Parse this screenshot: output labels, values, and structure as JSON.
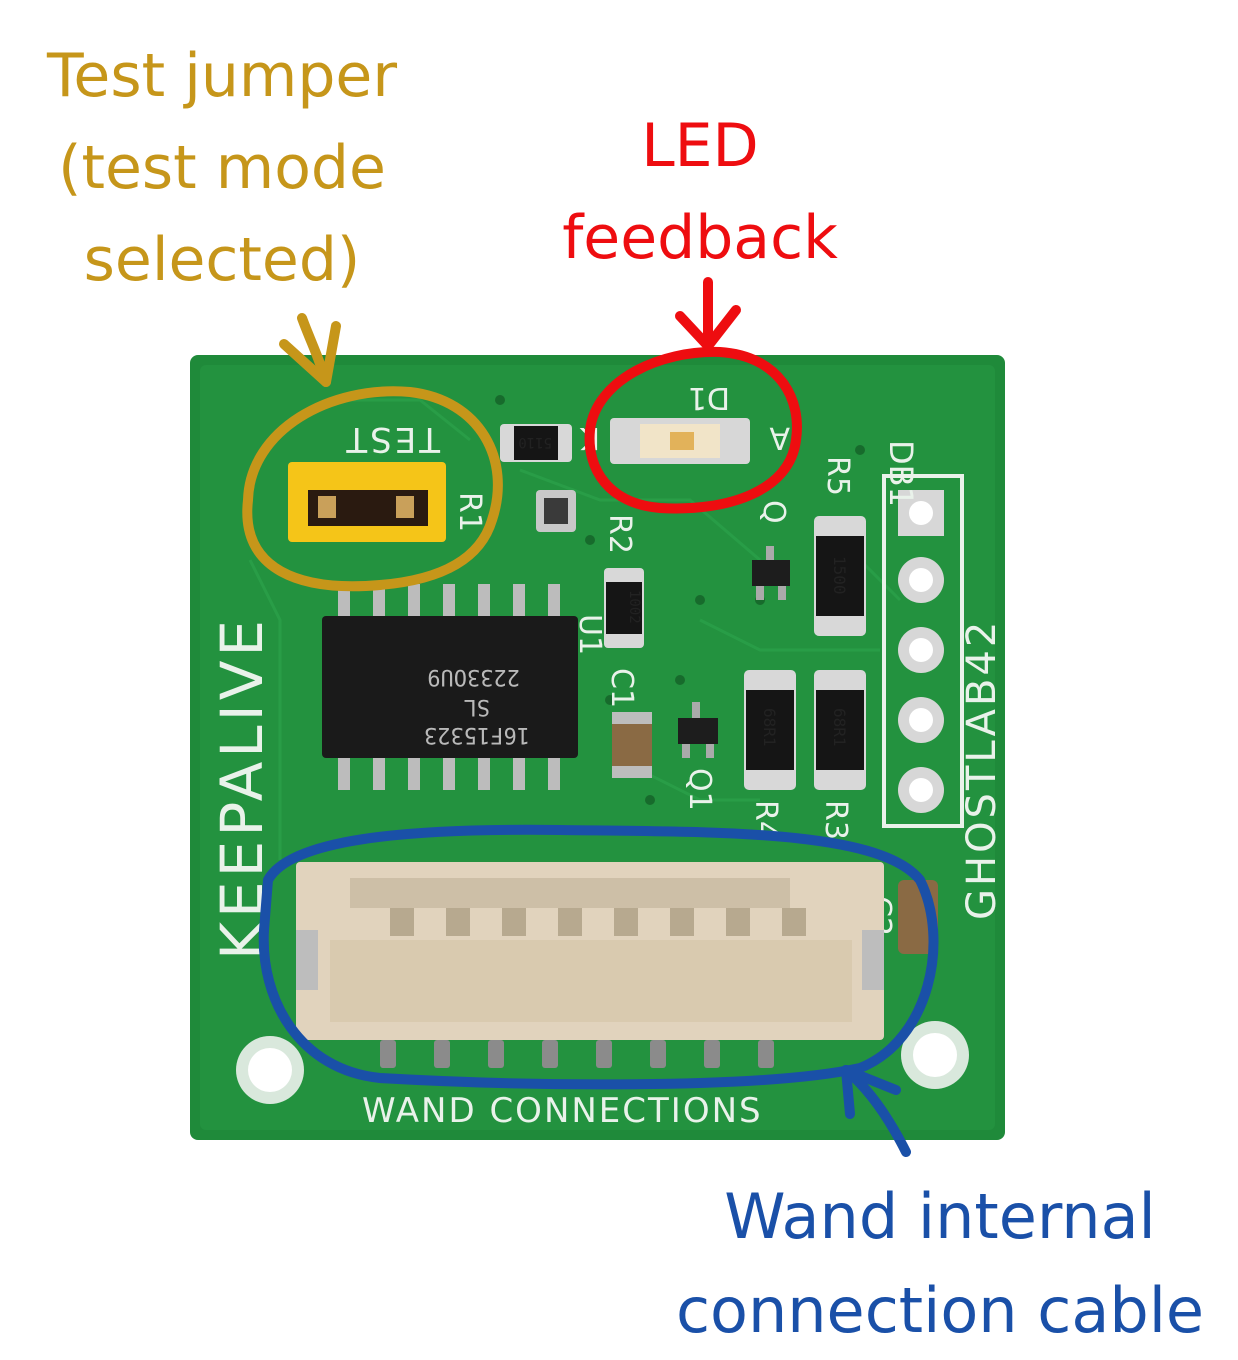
{
  "annotations": {
    "test_jumper": [
      "Test jumper",
      "(test mode",
      "selected)"
    ],
    "led_feedback": [
      "LED",
      "feedback"
    ],
    "wand_cable": [
      "Wand internal",
      "connection cable"
    ]
  },
  "board": {
    "brand_vertical": "KEEPALIVE",
    "maker_vertical": "GHOSTLAB42",
    "bottom_label": "WAND CONNECTIONS",
    "silk_test": "TEST",
    "silk_labels": [
      "D1",
      "K",
      "A",
      "Q",
      "R5",
      "R2",
      "R1",
      "U1",
      "C1",
      "Q1",
      "R4",
      "R3",
      "C2",
      "DB1"
    ],
    "chip_lines": [
      "2233OU9",
      "SL",
      "16F15323"
    ],
    "resistor_codes": {
      "r_top": "5110",
      "r2": "1002",
      "r5": "1500",
      "r4": "68R1",
      "r3": "68R1"
    }
  },
  "colors": {
    "test_jumper": "#c6961a",
    "led_feedback": "#ee0d10",
    "wand_cable": "#1a50a8",
    "pcb": "#1f8a3a"
  }
}
